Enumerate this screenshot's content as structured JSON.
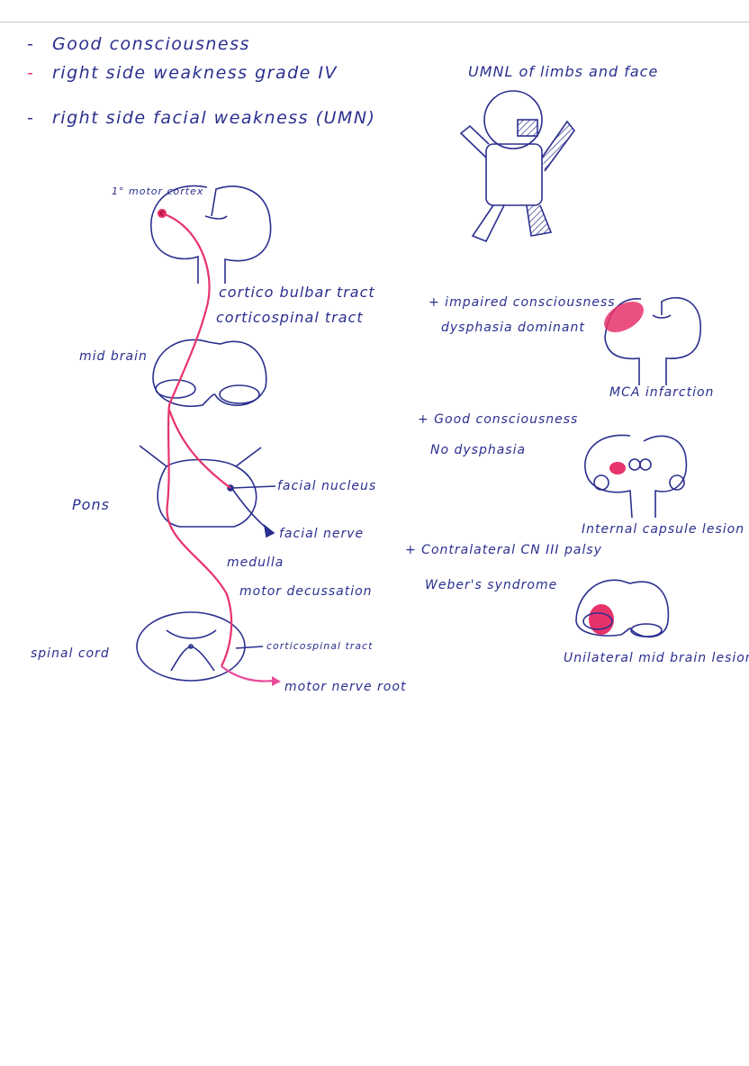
{
  "notes": [
    {
      "bullet": "-",
      "text": "Good consciousness"
    },
    {
      "bullet": "-",
      "text": "right side weakness grade IV"
    },
    {
      "bullet": "-",
      "text": "right side facial weakness (UMN)"
    }
  ],
  "figure_title": "UMNL of limbs and face",
  "pathway_labels": {
    "motor_cortex": "1° motor cortex",
    "corticobulbar": "cortico bulbar tract",
    "corticospinal": "corticospinal tract",
    "midbrain": "mid brain",
    "pons": "Pons",
    "facial_nucleus": "facial nucleus",
    "facial_nerve": "facial nerve",
    "medulla": "medulla",
    "decussation": "motor decussation",
    "spinal_cord": "spinal cord",
    "cord_tract": "corticospinal tract",
    "nerve_root": "motor nerve root"
  },
  "lesions": [
    {
      "lines": [
        "+ impaired consciousness",
        "dysphasia dominant"
      ],
      "label": "MCA infarction"
    },
    {
      "lines": [
        "+ Good consciousness",
        "No dysphasia"
      ],
      "label": "Internal capsule lesion"
    },
    {
      "lines": [
        "+ Contralateral CN III palsy",
        "Weber's syndrome"
      ],
      "label": "Unilateral mid brain lesion"
    }
  ],
  "colors": {
    "ink": "#2b2f8e",
    "highlight": "#e8336a"
  }
}
